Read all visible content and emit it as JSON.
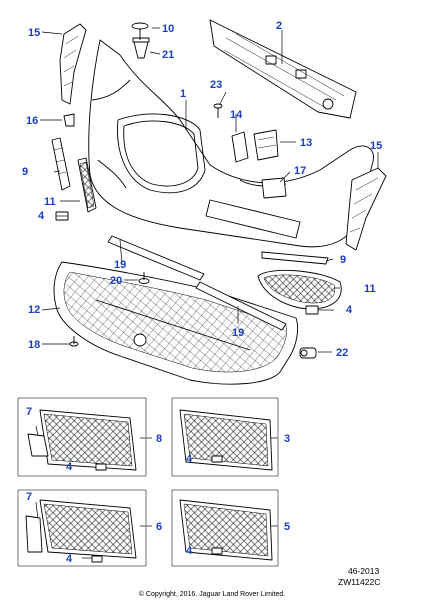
{
  "callouts": {
    "c1": "1",
    "c2": "2",
    "c3": "3",
    "c4": "4",
    "c5": "5",
    "c6": "6",
    "c7": "7",
    "c8": "8",
    "c9": "9",
    "c10": "10",
    "c11": "11",
    "c12": "12",
    "c13": "13",
    "c14": "14",
    "c15": "15",
    "c16": "16",
    "c17": "17",
    "c18": "18",
    "c19": "19",
    "c20": "20",
    "c21": "21",
    "c22": "22",
    "c23": "23"
  },
  "meta": {
    "code_year": "46-2013",
    "ref": "ZW11422C"
  },
  "copyright": "© Copyright, 2016. Jaguar Land Rover Limited.",
  "colors": {
    "callout": "#1a3fbf",
    "line": "#000000"
  }
}
